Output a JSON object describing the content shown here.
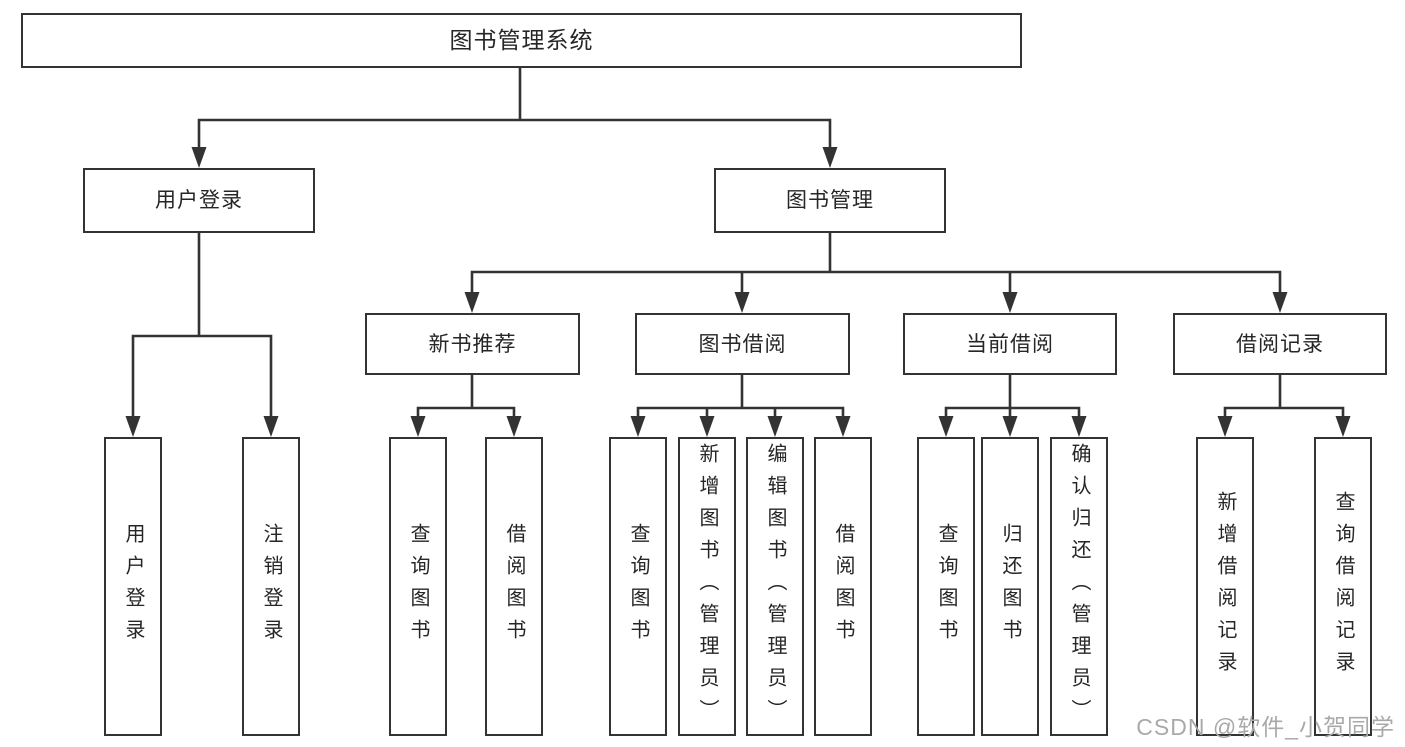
{
  "colors": {
    "line": "#333333",
    "text": "#262626",
    "box_background": "#ffffff",
    "watermark": "#a9a9a9"
  },
  "tree": {
    "root": {
      "label": "图书管理系统"
    },
    "branches": [
      {
        "label": "用户登录",
        "children": [
          {
            "label": "用户登录"
          },
          {
            "label": "注销登录"
          }
        ]
      },
      {
        "label": "图书管理",
        "children": [
          {
            "label": "新书推荐",
            "children": [
              {
                "label": "查询图书"
              },
              {
                "label": "借阅图书"
              }
            ]
          },
          {
            "label": "图书借阅",
            "children": [
              {
                "label": "查询图书"
              },
              {
                "label": "新增图书（管理员）"
              },
              {
                "label": "编辑图书（管理员）"
              },
              {
                "label": "借阅图书"
              }
            ]
          },
          {
            "label": "当前借阅",
            "children": [
              {
                "label": "查询图书"
              },
              {
                "label": "归还图书"
              },
              {
                "label": "确认归还（管理员）"
              }
            ]
          },
          {
            "label": "借阅记录",
            "children": [
              {
                "label": "新增借阅记录"
              },
              {
                "label": "查询借阅记录"
              }
            ]
          }
        ]
      }
    ]
  },
  "watermark": {
    "text": "CSDN @软件_小贺同学"
  }
}
